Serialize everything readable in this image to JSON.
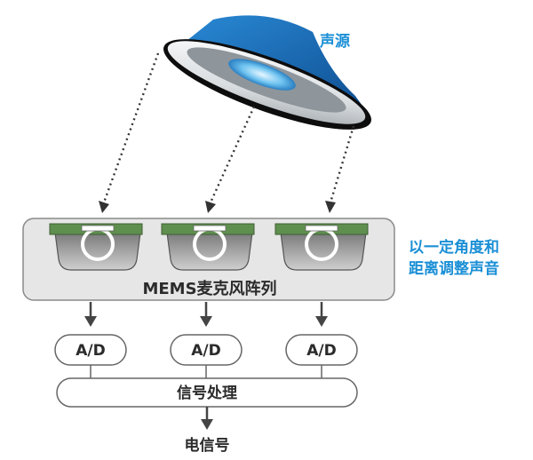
{
  "labels": {
    "sound_source": "声源",
    "array_caption_line1": "以一定角度和",
    "array_caption_line2": "距离调整声音",
    "array_name": "MEMS麦克风阵列",
    "adc_labels": [
      "A/D",
      "A/D",
      "A/D"
    ],
    "signal_processing": "信号处理",
    "output": "电信号"
  },
  "colors": {
    "source_blue": "#1b6fb8",
    "accent_text": "#1a8fd6",
    "mic_green": "#5f8f4f",
    "array_fill": "#e6e6e6"
  },
  "icons": [
    "speaker-cone-icon",
    "mems-microphone-icon",
    "arrow-down-icon"
  ]
}
